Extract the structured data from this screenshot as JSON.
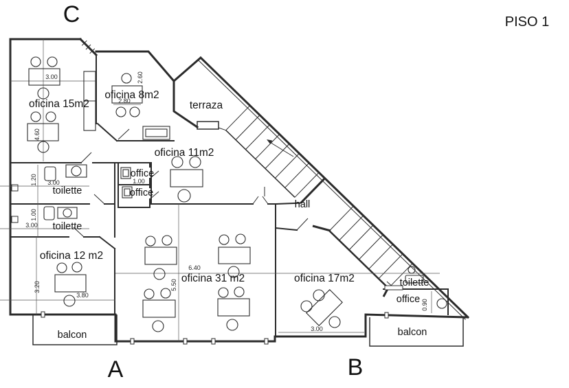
{
  "title": "PISO 1",
  "markers": {
    "c": "C",
    "a": "A",
    "b": "B"
  },
  "rooms": {
    "oficina15": "oficina 15m2",
    "oficina8": "oficina 8m2",
    "terraza": "terraza",
    "oficina11": "oficina 11m2",
    "office_left_1": "office",
    "office_left_2": "office",
    "toilette_left_1": "toilette",
    "toilette_left_2": "toilette",
    "hall": "hall",
    "oficina12": "oficina 12 m2",
    "oficina31": "oficina 31 m2",
    "oficina17": "oficina 17m2",
    "toilette_right": "toilette",
    "office_right": "office",
    "balcon_left": "balcon",
    "balcon_right": "balcon"
  },
  "dimensions": {
    "oficina15_width": "3.00",
    "oficina15_depth": "4.60",
    "oficina8_depth": "2.60",
    "oficina8_width": "2.80",
    "toilette1_depth": "1.20",
    "toilette1_width": "3.00",
    "toilette2_depth": "1.00",
    "toilette2_width": "3.00",
    "office_width": "1.00",
    "oficina12_depth": "3.20",
    "oficina12_width": "3.80",
    "oficina31_width": "6.40",
    "oficina31_depth": "5.50",
    "oficina17_width": "3.00",
    "office_right_width": "0.90"
  },
  "colors": {
    "wall": "#2b2b2b",
    "thin_line": "#555555",
    "background": "#ffffff"
  }
}
